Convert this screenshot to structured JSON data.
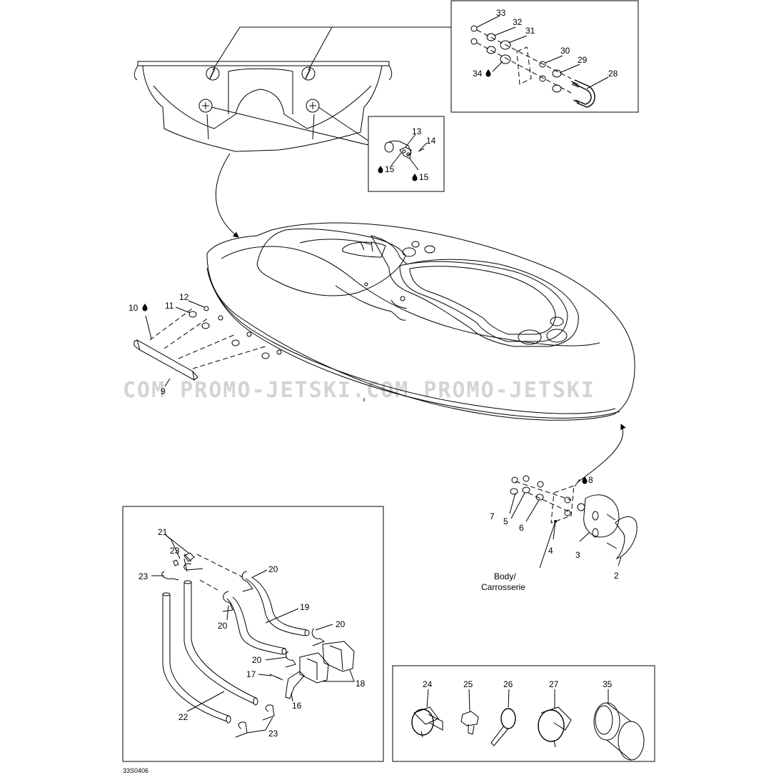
{
  "diagram": {
    "code": "33S0406",
    "watermark": "COM   PROMO-JETSKI.COM   PROMO-JETSKI",
    "body_label_line1": "Body/",
    "body_label_line2": "Carrosserie",
    "callouts": {
      "c2": "2",
      "c3": "3",
      "c4": "4",
      "c5": "5",
      "c6": "6",
      "c7": "7",
      "c8": "8",
      "c9": "9",
      "c10": "10",
      "c11": "11",
      "c12": "12",
      "c13": "13",
      "c14": "14",
      "c15a": "15",
      "c15b": "15",
      "c16": "16",
      "c17": "17",
      "c18": "18",
      "c19": "19",
      "c20a": "20",
      "c20b": "20",
      "c20c": "20",
      "c20d": "20",
      "c21": "21",
      "c22": "22",
      "c23a": "23",
      "c23b": "23",
      "c23c": "23",
      "c24": "24",
      "c25": "25",
      "c26": "26",
      "c27": "27",
      "c28": "28",
      "c29": "29",
      "c30": "30",
      "c31": "31",
      "c32": "32",
      "c33": "33",
      "c34": "34",
      "c35": "35"
    }
  }
}
